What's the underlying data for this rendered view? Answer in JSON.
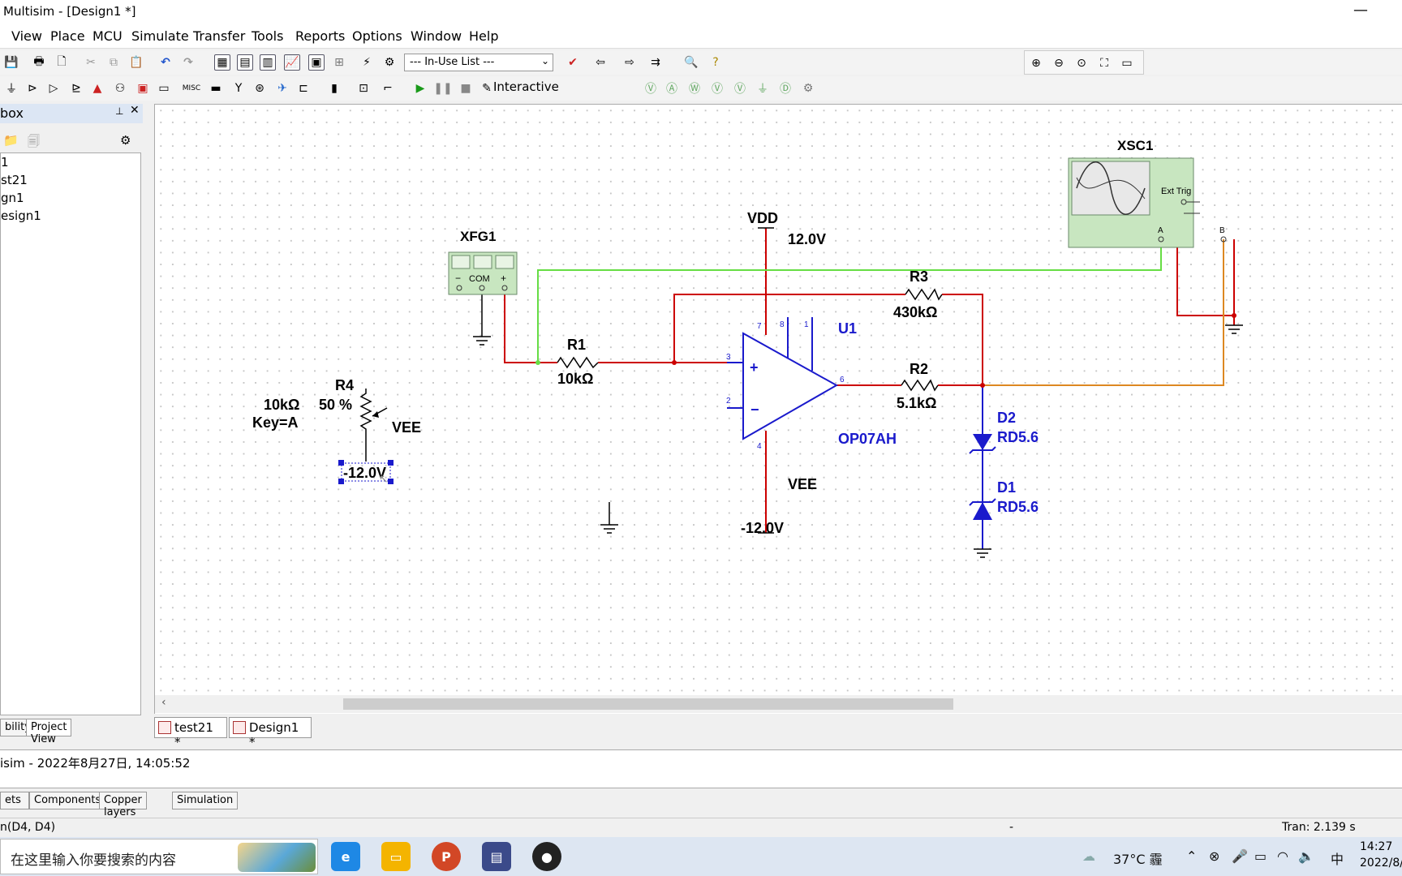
{
  "window": {
    "title": "Multisim - [Design1 *]",
    "minimize": "—"
  },
  "menu": [
    "View",
    "Place",
    "MCU",
    "Simulate",
    "Transfer",
    "Tools",
    "Reports",
    "Options",
    "Window",
    "Help"
  ],
  "toolbar": {
    "inuse_list": "--- In-Use List ---",
    "interactive": "Interactive"
  },
  "left_panel": {
    "title": "box",
    "tree": [
      "1",
      "st21",
      "gn1",
      "esign1"
    ],
    "tabs": [
      "bility",
      "Project View"
    ]
  },
  "circuit": {
    "xfg1": {
      "label": "XFG1",
      "com": "COM",
      "minus": "−",
      "plus": "+"
    },
    "xsc1": {
      "label": "XSC1",
      "ext_trig": "Ext Trig",
      "ch_a": "A",
      "ch_b": "B"
    },
    "vdd": {
      "label": "VDD",
      "value": "12.0V"
    },
    "vee_top": {
      "label": "VEE",
      "value": "-12.0V"
    },
    "r4": {
      "label": "R4",
      "resistance": "10kΩ",
      "percent": "50 %",
      "key": "Key=A",
      "vee": "VEE",
      "value": "-12.0V"
    },
    "r1": {
      "label": "R1",
      "value": "10kΩ"
    },
    "r2": {
      "label": "R2",
      "value": "5.1kΩ"
    },
    "r3": {
      "label": "R3",
      "value": "430kΩ"
    },
    "u1": {
      "label": "U1",
      "model": "OP07AH",
      "pins": {
        "p3": "3",
        "p2": "2",
        "p6": "6",
        "p7": "7",
        "p4": "4",
        "p8": "8",
        "p1": "1"
      },
      "plus": "+",
      "minus": "−"
    },
    "d2": {
      "label": "D2",
      "model": "RD5.6"
    },
    "d1": {
      "label": "D1",
      "model": "RD5.6"
    },
    "wire_colors": {
      "red": "#cc0000",
      "green": "#66dd44",
      "orange": "#dd8822",
      "blue": "#1a1acc"
    }
  },
  "doc_tabs": [
    "test21 *",
    "Design1 *"
  ],
  "output_message": "isim  -  2022年8月27日, 14:05:52",
  "bottom_tabs": [
    "ets",
    "Components",
    "Copper layers",
    "Simulation"
  ],
  "status": {
    "left": "n(D4, D4)",
    "mid": "-",
    "right": "Tran: 2.139 s"
  },
  "taskbar": {
    "search_placeholder": "在这里输入你要搜索的内容",
    "weather": "37°C 霾",
    "ime": "中",
    "time": "14:27",
    "date": "2022/8/"
  }
}
